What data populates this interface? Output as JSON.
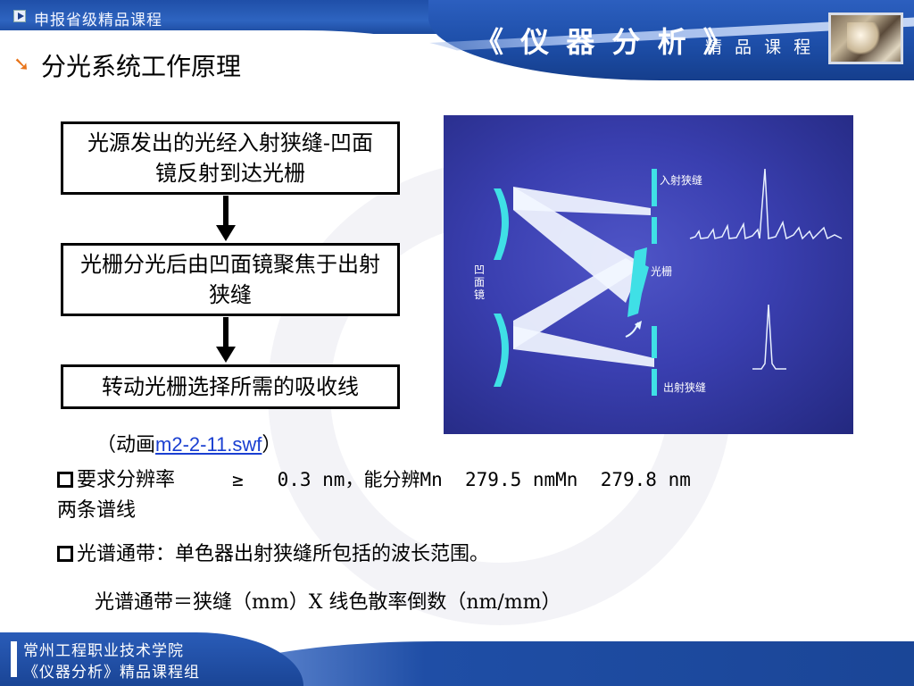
{
  "header": {
    "apply_label": "申报省级精品课程",
    "course_title": "《 仪 器 分 析 》",
    "course_sub": "精 品 课 程",
    "slide_title": "分光系统工作原理"
  },
  "flowchart": {
    "box1": "光源发出的光经入射狭缝-凹面镜反射到达光栅",
    "box2": "光栅分光后由凹面镜聚焦于出射狭缝",
    "box3": "转动光栅选择所需的吸收线"
  },
  "diagram": {
    "label_entrance_slit": "入射狭缝",
    "label_grating": "光栅",
    "label_mirror": "凹面镜",
    "label_exit_slit": "出射狭缝"
  },
  "caption": {
    "prefix": "（动画",
    "link": "m2-2-11.swf",
    "suffix": "）"
  },
  "body": {
    "bullet1_text": "要求分辨率",
    "bullet1_value": "≥   0.3 nm，能分辨Mn  279.5 nmMn  279.8 nm",
    "bullet1_tail": "两条谱线",
    "bullet2_text": "光谱通带：单色器出射狭缝所包括的波长范围。",
    "formula": "光谱通带＝狭缝（mm）X 线色散率倒数（nm/mm）"
  },
  "footer": {
    "line1": "常州工程职业技术学院",
    "line2": "《仪器分析》精品课程组"
  },
  "colors": {
    "header_blue": "#1f4fa8",
    "diagram_bg": "#3a3fb0",
    "cyan_optics": "#3fe0e6",
    "link_blue": "#1a3fd1",
    "arrow_orange": "#e8741a"
  }
}
